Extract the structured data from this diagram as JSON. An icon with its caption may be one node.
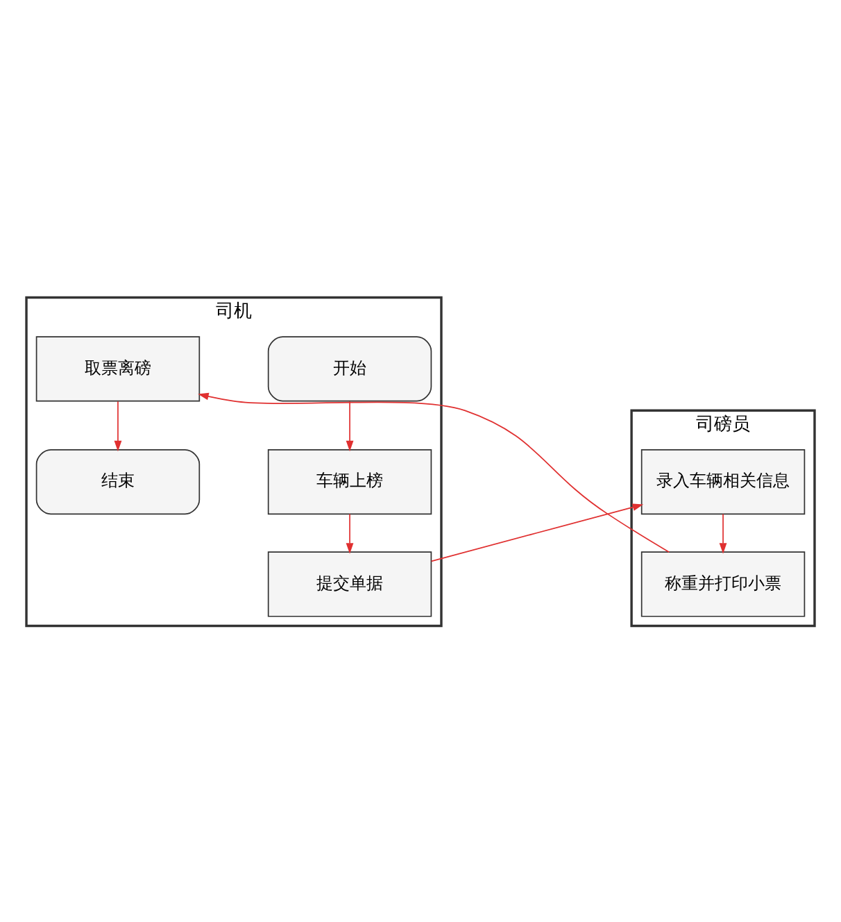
{
  "diagram": {
    "nodes": [
      {
        "text": [
          "司机"
        ]
      },
      {
        "text": [
          "开始"
        ],
        "in": 0
      },
      {
        "text": [
          "车辆上榜"
        ],
        "in": 0
      },
      {
        "text": [
          "提交单据"
        ],
        "in": 0
      },
      {
        "text": [
          "取票离磅"
        ],
        "in": 0
      },
      {
        "text": [
          "结束"
        ],
        "in": 0
      },
      {
        "text": [
          "司磅员"
        ]
      },
      {
        "text": [
          "录入车辆相关信息"
        ],
        "in": 6
      },
      {
        "text": [
          "称重并打印小票"
        ],
        "in": 6
      }
    ],
    "edges": [
      {
        "from": 1,
        "to": 2,
        "arrow": "to"
      },
      {
        "from": 2,
        "to": 3,
        "arrow": "to"
      },
      {
        "from": 3,
        "to": 7,
        "arrow": "to"
      },
      {
        "from": 7,
        "to": 8,
        "arrow": "to"
      },
      {
        "from": 8,
        "to": 4,
        "arrow": "to"
      },
      {
        "from": 4,
        "to": 5,
        "arrow": "to"
      }
    ]
  }
}
